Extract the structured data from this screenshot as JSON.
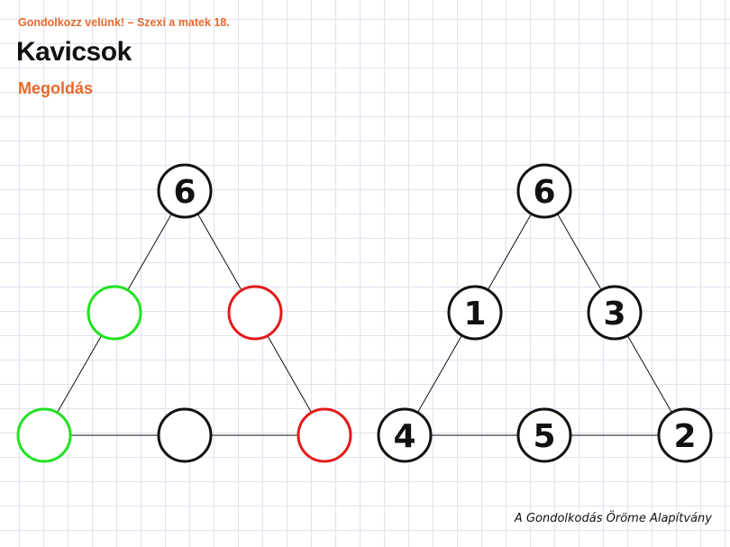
{
  "header": {
    "kicker": "Gondolkozz velünk! – Szexi a matek 18.",
    "title": "Kavicsok",
    "subtitle": "Megoldás"
  },
  "colors": {
    "accent": "#e8692c",
    "green": "#22e222",
    "red": "#e31b1b",
    "black": "#111111"
  },
  "puzzle": {
    "nodes": [
      {
        "id": "top",
        "label": "6",
        "color": "black"
      },
      {
        "id": "left-mid",
        "label": "",
        "color": "green"
      },
      {
        "id": "right-mid",
        "label": "",
        "color": "red"
      },
      {
        "id": "bottom-left",
        "label": "",
        "color": "green"
      },
      {
        "id": "bottom-mid",
        "label": "",
        "color": "black"
      },
      {
        "id": "bottom-right",
        "label": "",
        "color": "red"
      }
    ]
  },
  "solution": {
    "nodes": [
      {
        "id": "top",
        "label": "6",
        "color": "black"
      },
      {
        "id": "left-mid",
        "label": "1",
        "color": "black"
      },
      {
        "id": "right-mid",
        "label": "3",
        "color": "black"
      },
      {
        "id": "bottom-left",
        "label": "4",
        "color": "black"
      },
      {
        "id": "bottom-mid",
        "label": "5",
        "color": "black"
      },
      {
        "id": "bottom-right",
        "label": "2",
        "color": "black"
      }
    ]
  },
  "footer": {
    "credit": "A Gondolkodás Öröme Alapítvány"
  }
}
